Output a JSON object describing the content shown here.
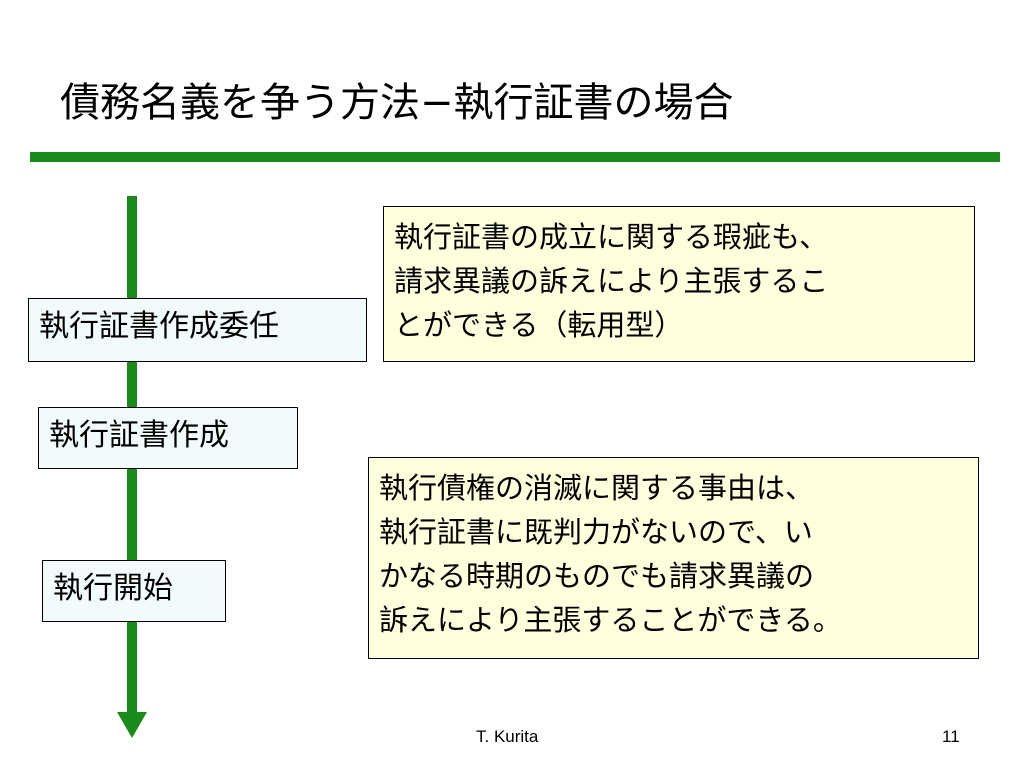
{
  "slide": {
    "title": "債務名義を争う方法−執行証書の場合"
  },
  "colors": {
    "accent_green": "#1a8a1a",
    "stage_fill": "#f2fbfc",
    "note_fill": "#ffffde"
  },
  "timeline": {
    "stages": [
      "執行証書作成委任",
      "執行証書作成",
      "執行開始"
    ]
  },
  "notes": {
    "note1": {
      "lines": [
        "執行証書の成立に関する瑕疵も、",
        "請求異議の訴えにより主張するこ",
        "とができる（転用型）"
      ]
    },
    "note2": {
      "lines": [
        "執行債権の消滅に関する事由は、",
        "執行証書に既判力がないので、い",
        "かなる時期のものでも請求異議の",
        "訴えにより主張することができる。"
      ]
    }
  },
  "footer": {
    "author": "T. Kurita",
    "page_number": "11"
  }
}
